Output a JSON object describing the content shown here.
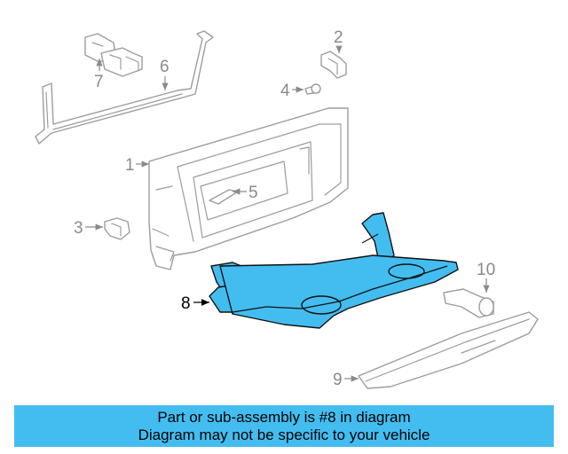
{
  "diagram": {
    "callouts": [
      "1",
      "2",
      "3",
      "4",
      "5",
      "6",
      "7",
      "8",
      "9",
      "10"
    ],
    "highlighted_part": "8",
    "highlight_color": "#43bdf0",
    "line_color": "#9c9c9c"
  },
  "banner": {
    "line1": "Part or sub-assembly is #8 in diagram",
    "line2": "Diagram may not be specific to your vehicle",
    "background": "#43bdf0"
  }
}
